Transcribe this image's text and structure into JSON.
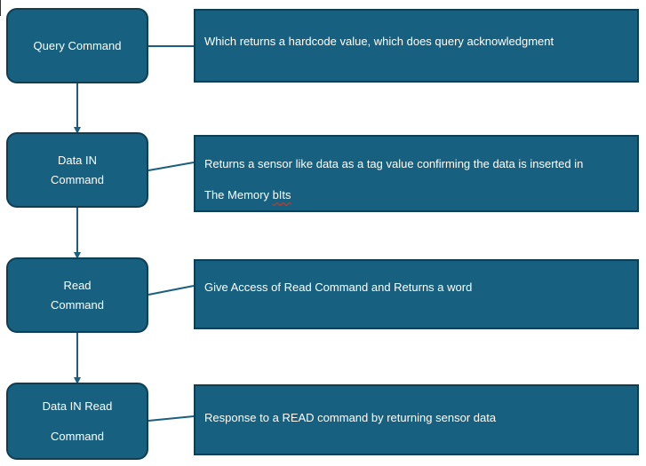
{
  "commands": [
    {
      "label": "Query Command",
      "description": "Which returns a hardcode value, which does query acknowledgment"
    },
    {
      "label": "Data IN\nCommand",
      "description": "Returns a sensor like data as a tag value confirming the data is inserted in\nThe Memory bIts"
    },
    {
      "label": "Read\nCommand",
      "description": "Give Access of Read Command and Returns a word"
    },
    {
      "label": "Data IN Read\nCommand",
      "description": "Response to a READ command by returning sensor data"
    }
  ],
  "colors": {
    "box_fill": "#17607f",
    "box_border": "#0e3e54",
    "connector": "#1b5f80",
    "text": "#ffffff"
  }
}
